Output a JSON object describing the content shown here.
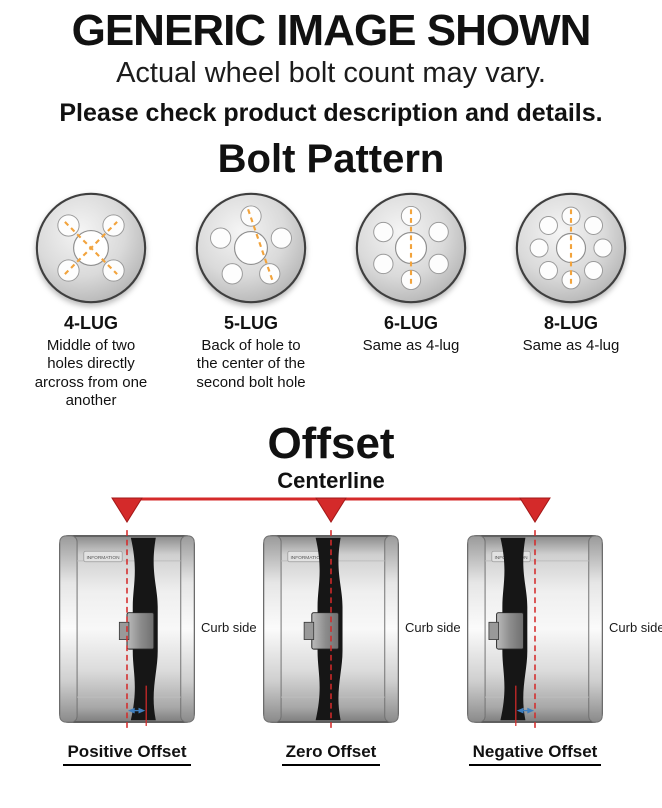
{
  "header": {
    "title": "GENERIC IMAGE SHOWN",
    "subtitle": "Actual wheel bolt count may vary.",
    "note": "Please check product description and details."
  },
  "bolt_pattern": {
    "title": "Bolt Pattern",
    "items": [
      {
        "label": "4-LUG",
        "holes": 4,
        "description": "Middle of two holes directly arcross from one another"
      },
      {
        "label": "5-LUG",
        "holes": 5,
        "description": "Back of hole to the center of the second bolt hole"
      },
      {
        "label": "6-LUG",
        "holes": 6,
        "description": "Same as 4-lug"
      },
      {
        "label": "8-LUG",
        "holes": 8,
        "description": "Same as 4-lug"
      }
    ]
  },
  "offset": {
    "title": "Offset",
    "centerline_label": "Centerline",
    "watermark": "INFORMATION",
    "items": [
      {
        "label": "Positive Offset",
        "curb_label": "Curb side"
      },
      {
        "label": "Zero Offset",
        "curb_label": "Curb side"
      },
      {
        "label": "Negative Offset",
        "curb_label": "Curb side"
      }
    ]
  },
  "colors": {
    "centerline_red": "#d42a2a",
    "measure_orange": "#f2a33c",
    "offset_blue": "#3f7fbf"
  }
}
